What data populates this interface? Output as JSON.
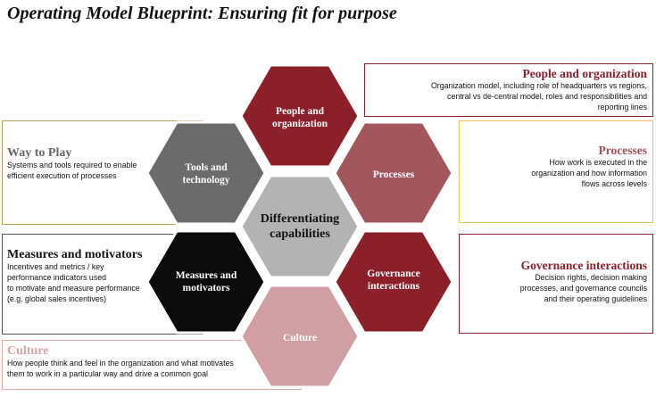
{
  "title": "Operating Model Blueprint: Ensuring fit for purpose",
  "colors": {
    "dark_red": "#8b1f2a",
    "rose": "#a4565d",
    "pink": "#d09fa3",
    "grey": "#6b6b6b",
    "black": "#0b0b0b",
    "light_grey": "#b3b3b3"
  },
  "hexes": {
    "people": {
      "line1": "People and",
      "line2": "organization"
    },
    "processes": {
      "line1": "Processes"
    },
    "governance": {
      "line1": "Governance",
      "line2": "interactions"
    },
    "culture": {
      "line1": "Culture"
    },
    "measures": {
      "line1": "Measures and",
      "line2": "motivators"
    },
    "tools": {
      "line1": "Tools and",
      "line2": "technology"
    },
    "center": {
      "line1": "Differentiating",
      "line2": "capabilities"
    }
  },
  "boxes": {
    "people": {
      "heading": "People and organization",
      "line1": "Organization model, including role of headquarters vs regions,",
      "line2": "central vs de-central model, roles and responsibilities and",
      "line3": "reporting lines"
    },
    "processes": {
      "heading": "Processes",
      "line1": "How work is executed in the",
      "line2": "organization and how information",
      "line3": "flows across levels"
    },
    "governance": {
      "heading": "Governance interactions",
      "line1": "Decision rights, decision making",
      "line2": "processes, and governance councils",
      "line3": "and their operating guidelines"
    },
    "wayplay": {
      "heading": "Way to Play",
      "line1": "Systems and tools required to enable",
      "line2": "efficient execution of processes"
    },
    "measures": {
      "heading": "Measures and motivators",
      "line1": "Incentives and metrics / key",
      "line2": "performance indicators used",
      "line3": "to motivate and measure performance",
      "line4": "(e.g. global sales incentives)"
    },
    "culture": {
      "heading": "Culture",
      "line1": "How people think and feel in the organization and what motivates",
      "line2": "them to work in a particular way and drive a common goal"
    }
  }
}
